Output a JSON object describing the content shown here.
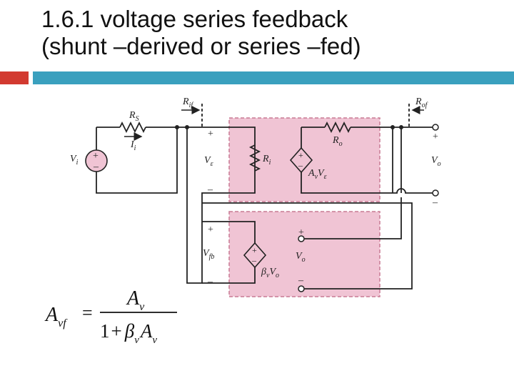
{
  "slide": {
    "title_line1": "1.6.1 voltage series feedback",
    "title_line2": "(shunt –derived or series –fed)"
  },
  "circuit": {
    "Rif": {
      "main": "R",
      "sub": "if"
    },
    "Rof": {
      "main": "R",
      "sub": "of"
    },
    "Rs": {
      "main": "R",
      "sub": "S"
    },
    "Ii": {
      "main": "I",
      "sub": "i"
    },
    "Vi": {
      "main": "V",
      "sub": "i"
    },
    "Veps": {
      "main": "V",
      "sub": "ε"
    },
    "Ri": {
      "main": "R",
      "sub": "i"
    },
    "Ro": {
      "main": "R",
      "sub": "o"
    },
    "AvVeps": {
      "main": "A",
      "sub": "v",
      "tail": "V",
      "tailsub": "ε"
    },
    "Vo_out": {
      "main": "V",
      "sub": "o"
    },
    "Vfb": {
      "main": "V",
      "sub": "fb"
    },
    "Vo_fb": {
      "main": "V",
      "sub": "o"
    },
    "betaVo": {
      "main": "β",
      "sub": "v",
      "tail": "V",
      "tailsub": "o"
    },
    "plus": "+",
    "minus": "–"
  },
  "formula": {
    "lhs_main": "A",
    "lhs_sub": "vf",
    "equals": "=",
    "num_main": "A",
    "num_sub": "v",
    "den_one": "1",
    "den_plus": "+",
    "den_beta": "β",
    "den_beta_sub": "v",
    "den_A": "A",
    "den_A_sub": "v"
  },
  "colors": {
    "accent_red": "#d23a30",
    "accent_blue": "#3aa0be",
    "box_fill": "#f0c4d4",
    "box_border": "#c87a93"
  }
}
